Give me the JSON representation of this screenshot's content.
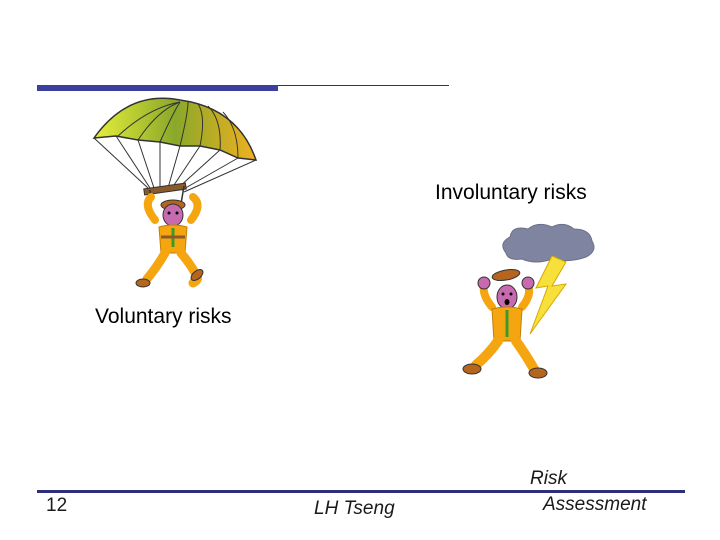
{
  "slide": {
    "labels": {
      "voluntary": "Voluntary risks",
      "involuntary": "Involuntary risks"
    },
    "footer": {
      "page_number": "12",
      "author": "LH Tseng",
      "title_line1": "Risk",
      "title_line2": "Assessment"
    },
    "colors": {
      "accent_bar": "#3b3f9e",
      "figure_body": "#f5a50f",
      "cloud": "#7f85a0",
      "lightning": "#f7e03a"
    },
    "icons": [
      "parachute-icon",
      "skydiver-icon",
      "storm-cloud-icon",
      "lightning-icon",
      "scared-person-icon"
    ]
  }
}
